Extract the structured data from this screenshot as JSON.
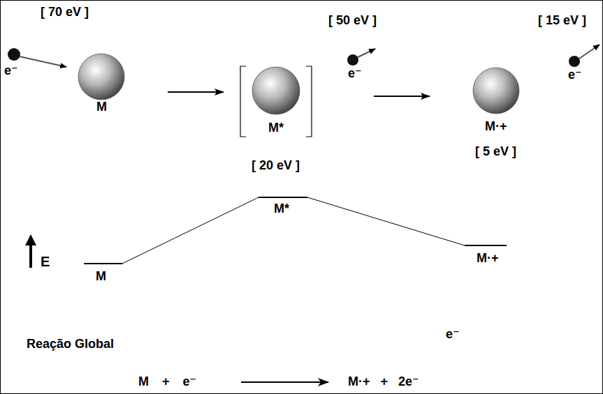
{
  "diagram": {
    "nodes": [
      {
        "text": [
          "M"
        ]
      },
      {
        "text": [
          "M*",
          "[ 20 eV ]"
        ]
      },
      {
        "text": [
          "M·+",
          "[ 5 eV ]"
        ]
      }
    ],
    "edges": [
      {
        "from": 0,
        "to": 1,
        "arrow": "to"
      },
      {
        "from": 1,
        "to": 2,
        "arrow": "to"
      }
    ],
    "labels": [
      "[ 70 eV ]",
      "e⁻",
      "[ 50 eV ]",
      "e⁻",
      "[ 15 eV ]",
      "e⁻",
      "E",
      "M",
      "M*",
      "M·+",
      "e⁻",
      "Reação Global",
      "M + e⁻",
      "M·+ + 2e⁻"
    ]
  }
}
